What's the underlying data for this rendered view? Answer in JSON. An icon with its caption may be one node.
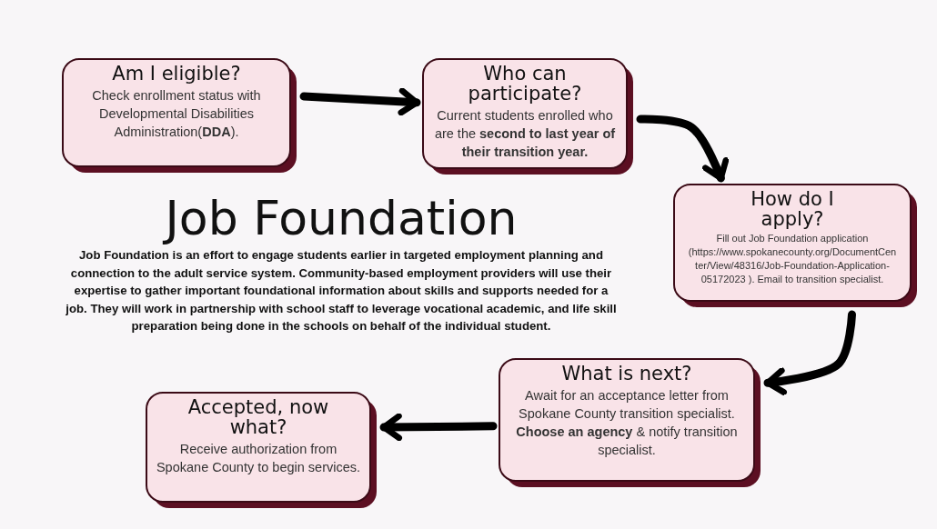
{
  "diagram": {
    "title": "Job Foundation",
    "nodes": [
      {
        "text": [
          "Am I eligible?",
          "Check enrollment status with Developmental Disabilities Administration(**DDA**)."
        ]
      },
      {
        "text": [
          "Who can participate?",
          "Current students enrolled who are the **second to last year of their transition year.**"
        ]
      },
      {
        "text": [
          "How do I apply?",
          "Fill out Job Foundation application (https://www.spokanecounty.org/DocumentCenter/View/48316/Job-Foundation-Application-05172023 ). Email to transition specialist."
        ]
      },
      {
        "text": [
          "What is next?",
          "Await for an acceptance letter from Spokane County transition specialist.",
          "**Choose an agency** & notify transition specialist."
        ]
      },
      {
        "text": [
          "Accepted, now what?",
          "Receive authorization from Spokane County to begin services."
        ]
      }
    ],
    "edges": [
      {
        "from": 0,
        "to": 1,
        "arrow": "to"
      },
      {
        "from": 1,
        "to": 2,
        "arrow": "to"
      },
      {
        "from": 2,
        "to": 3,
        "arrow": "to"
      },
      {
        "from": 3,
        "to": 4,
        "arrow": "to"
      }
    ],
    "labels": [
      "Job Foundation is an effort to engage students earlier in targeted employment planning and connection to the adult service system. Community-based employment providers will use their expertise to gather important foundational information about skills and supports needed for a job. They will work in partnership with school staff to leverage vocational academic, and life skill preparation being done in the schools on behalf of the individual student."
    ]
  }
}
